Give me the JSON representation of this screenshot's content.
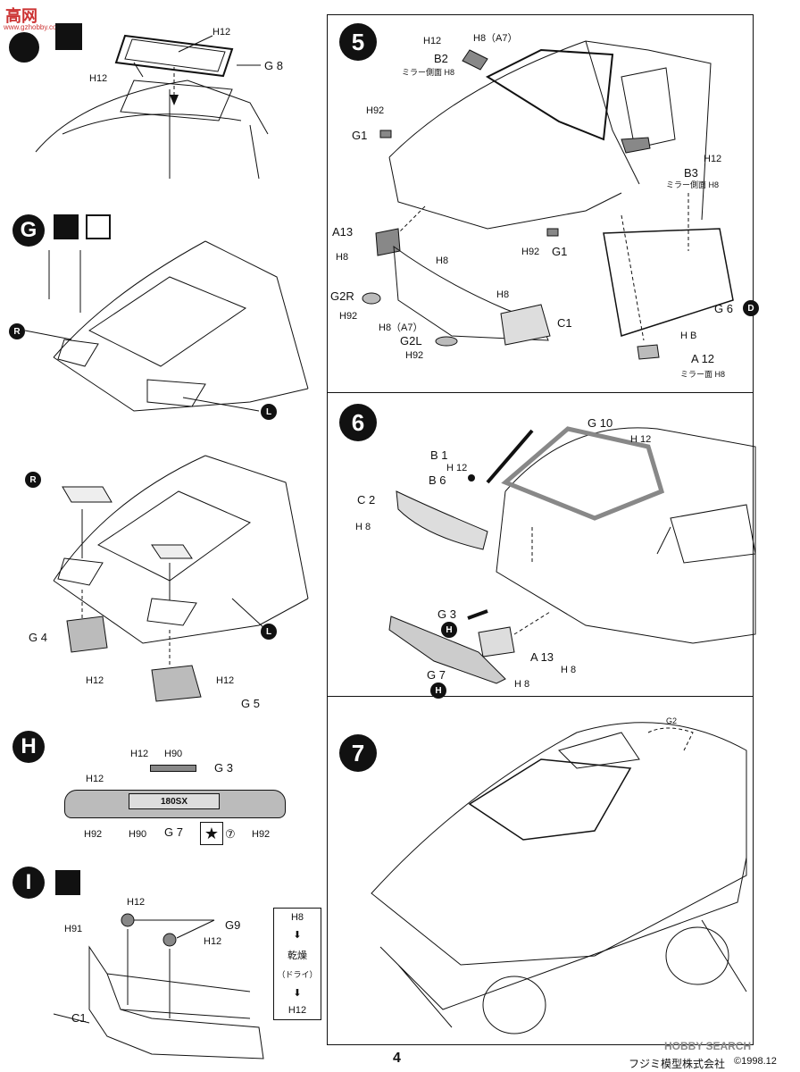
{
  "header": {
    "watermark_cn": "高网",
    "watermark_url": "www.gzhobby.com"
  },
  "footer": {
    "page_number": "4",
    "brand": "フジミ模型株式会社",
    "copyright": "©1998.12",
    "hobbysearch": "HOBBY SEARCH"
  },
  "sectionF": {
    "labels": {
      "h12_top": "H12",
      "h12_left": "H12",
      "g8": "G 8"
    }
  },
  "sectionG": {
    "letter": "G",
    "mark_r": "R",
    "mark_l": "L",
    "lower": {
      "r": "R",
      "g4": "G 4",
      "h12_g4": "H12",
      "l": "L",
      "h12_g5": "H12",
      "g5": "G 5"
    }
  },
  "sectionH": {
    "letter": "H",
    "h12_top": "H12",
    "h90_top": "H90",
    "g3": "G 3",
    "h12_left": "H12",
    "plate_text": "180SX",
    "h92_left": "H92",
    "h90_bottom": "H90",
    "g7": "G 7",
    "decal_num": "⑦",
    "h92_right": "H92"
  },
  "sectionI": {
    "letter": "I",
    "h12_top": "H12",
    "h91": "H91",
    "g9": "G9",
    "h12_mid": "H12",
    "c1": "C1",
    "dry": {
      "h8": "H8",
      "arrow1": "⬇",
      "text": "乾燥",
      "sub": "（ドライ）",
      "arrow2": "⬇",
      "h12": "H12"
    }
  },
  "step5": {
    "number": "5",
    "h8_a7_top": "H8（A7）",
    "h12_b2": "H12",
    "b2": "B2",
    "mirror_b2": "ミラー側面 H8",
    "h92_g1": "H92",
    "g1_left": "G1",
    "h12_b3": "H12",
    "b3": "B3",
    "mirror_b3": "ミラー側面 H8",
    "a13": "A13",
    "h8_a13": "H8",
    "h8_mid": "H8",
    "g1_right": "G1",
    "h92_g1r": "H92",
    "g2r": "G2R",
    "h92_g2r": "H92",
    "h8_c1": "H8",
    "h8_a7_bottom": "H8（A7）",
    "c1": "C1",
    "g2l": "G2L",
    "h92_g2l": "H92",
    "g6": "G 6",
    "g6_mark": "D",
    "hb": "H B",
    "a12": "A 12",
    "mirror_a12": "ミラー面 H8"
  },
  "step6": {
    "number": "6",
    "g10": "G 10",
    "h12_g10": "H 12",
    "b1": "B 1",
    "h12_b1": "H 12",
    "b6": "B 6",
    "c2": "C 2",
    "h8_c2": "H 8",
    "g3": "G 3",
    "g3_mark": "H",
    "a13": "A 13",
    "h8_a13": "H 8",
    "g7": "G 7",
    "g7_mark": "H",
    "h8_g7": "H 8"
  },
  "step7": {
    "number": "7",
    "g2": "G2"
  }
}
